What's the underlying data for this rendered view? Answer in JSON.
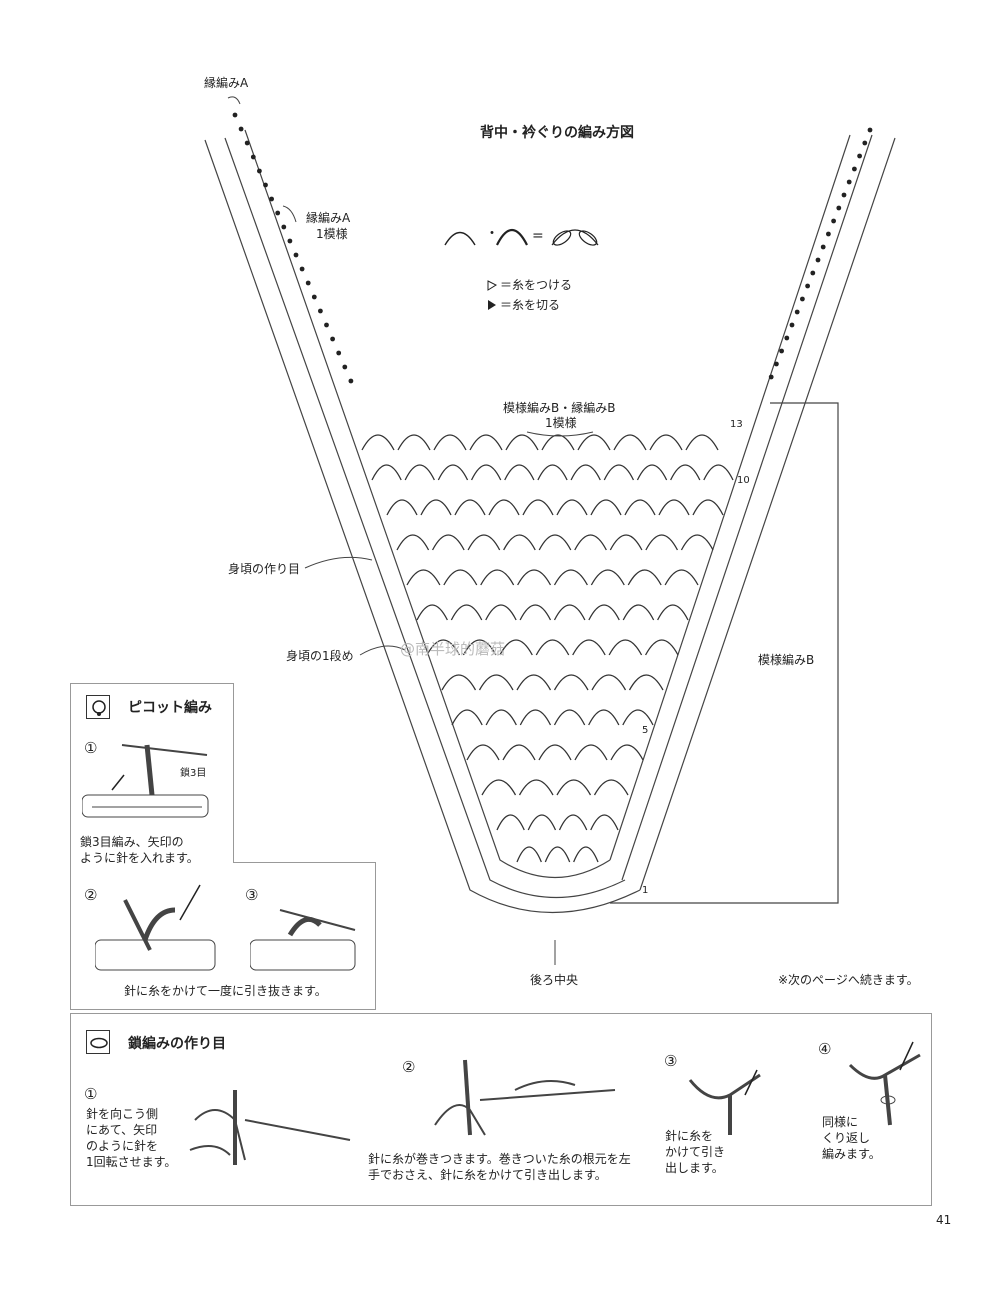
{
  "diagram": {
    "title": "背中・衿ぐりの編み方図",
    "label_edge_a": "縁編みA",
    "label_edge_a_repeat": [
      "縁編みA",
      "1模様"
    ],
    "label_pattern_b_repeat": [
      "模様編みB・縁編みB",
      "1模様"
    ],
    "label_body_foundation": "身頃の作り目",
    "label_body_row1": "身頃の1段め",
    "label_pattern_b": "模様編みB",
    "label_back_center": "後ろ中央",
    "continued_note": "※次のページへ続きます。",
    "legend_eq_dot": "・",
    "legend_eq": "=",
    "legend_attach": "＝糸をつける",
    "legend_cut": "＝糸を切る",
    "row_numbers": [
      "13",
      "10",
      "5",
      "1"
    ],
    "watermark": "@南半球的蘑菇"
  },
  "picot": {
    "title": "ピコット編み",
    "step1_num": "①",
    "step1_tag": "鎖3目",
    "step1_text": [
      "鎖3目編み、矢印の",
      "ように針を入れます。"
    ],
    "step2_num": "②",
    "step3_num": "③",
    "step23_text": "針に糸をかけて一度に引き抜きます。"
  },
  "chain": {
    "title": "鎖編みの作り目",
    "step1_num": "①",
    "step1_text": [
      "針を向こう側",
      "にあて、矢印",
      "のように針を",
      "1回転させます。"
    ],
    "step2_num": "②",
    "step2_text": [
      "針に糸が巻きつきます。巻きついた糸の根元を左",
      "手でおさえ、針に糸をかけて引き出します。"
    ],
    "step3_num": "③",
    "step3_text": [
      "針に糸を",
      "かけて引き",
      "出します。"
    ],
    "step4_num": "④",
    "step4_text": [
      "同様に",
      "くり返し",
      "編みます。"
    ]
  },
  "page_number": "41"
}
